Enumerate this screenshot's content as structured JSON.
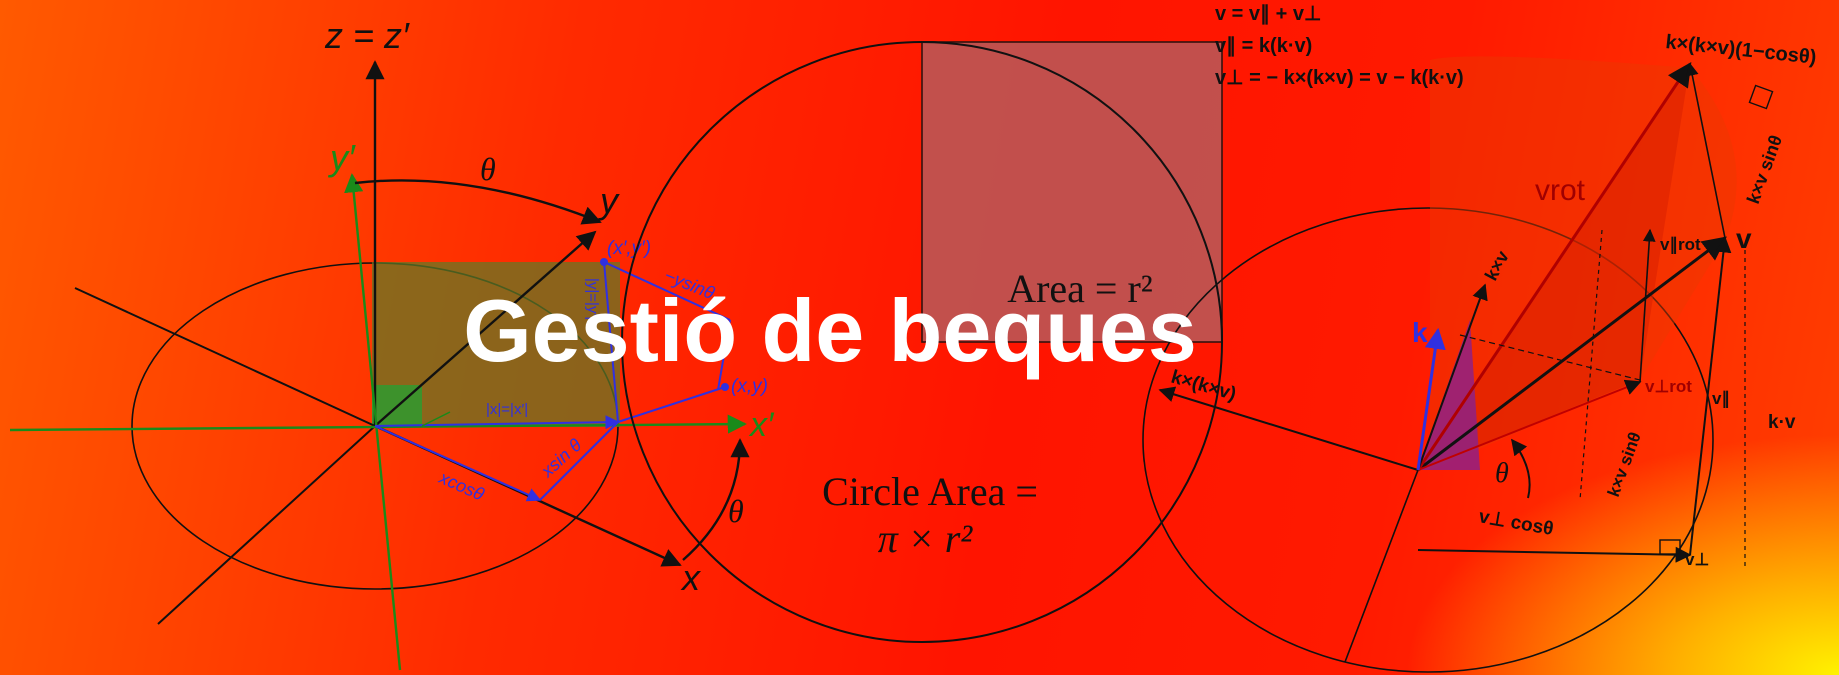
{
  "banner": {
    "title": "Gestió de beques",
    "colors": {
      "gradient_start": "#ff5a00",
      "gradient_mid": "#ff1400",
      "gradient_corner": "#fff200",
      "title": "#ffffff"
    }
  },
  "rotation_diagram": {
    "axis_z": "z = z′",
    "axis_y_prime": "y′",
    "axis_y": "y",
    "axis_x": "x",
    "axis_x_prime": "x′",
    "theta_top": "θ",
    "theta_bottom": "θ",
    "point_prime": "(x′,y′)",
    "point": "(x,y)",
    "minus_ysin": "−ysinθ",
    "abs_y": "|y|=|y′|",
    "abs_x": "|x|=|x′|",
    "xsin": "xsin θ",
    "xcos": "xcosθ"
  },
  "circle_diagram": {
    "square_label": "Area = r²",
    "circle_label_line1": "Circle Area =",
    "circle_label_line2": "π × r²"
  },
  "vector_diagram": {
    "eq1": "v = v∥ + v⊥",
    "eq2": "v∥ = k(k·v)",
    "eq3": "v⊥ = − k×(k×v) = v − k(k·v)",
    "top_label": "k×(k×v)(1−cosθ)",
    "side_sin": "k×v sinθ",
    "v_rot": "vrot",
    "v_par_rot": "v∥rot",
    "v": "v",
    "kxv": "k×v",
    "k": "k",
    "kxkxv": "k×(k×v)",
    "v_perp_rot": "v⊥rot",
    "v_par": "v∥",
    "kv": "k·v",
    "kxv_sin2": "k×v sinθ",
    "theta": "θ",
    "v_perp_cos": "v⊥ cosθ",
    "v_perp": "v⊥"
  }
}
